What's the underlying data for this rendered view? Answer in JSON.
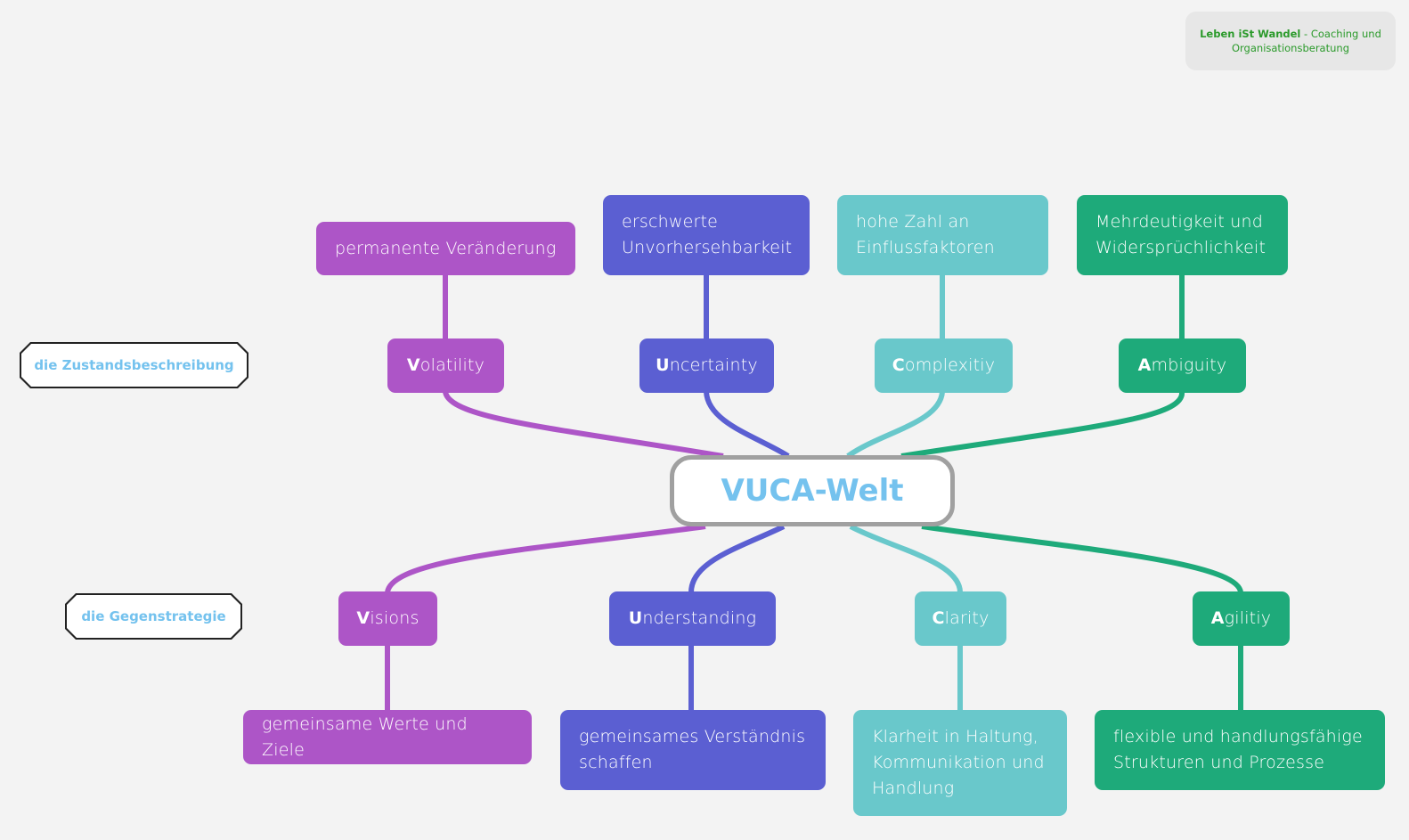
{
  "brand": {
    "name": "Leben iSt Wandel",
    "separator": " - ",
    "line1_rest": "Coaching und",
    "line2": "Organisationsberatung"
  },
  "center": {
    "label": "VUCA-Welt"
  },
  "row_labels": {
    "top": "die Zustandsbeschreibung",
    "bottom": "die Gegenstrategie"
  },
  "colors": {
    "purple": "#ad55c7",
    "blue": "#5b5fd2",
    "teal": "#69c8cb",
    "green": "#1eaa7a",
    "label_text": "#74c2ee",
    "center_border": "#a0a0a0",
    "brand_text": "#2b9a2b"
  },
  "state": [
    {
      "initial": "V",
      "rest": "olatility",
      "description_lines": [
        "permanente Veränderung"
      ]
    },
    {
      "initial": "U",
      "rest": "ncertainty",
      "description_lines": [
        "erschwerte",
        "Unvorhersehbarkeit"
      ]
    },
    {
      "initial": "C",
      "rest": "omplexitiy",
      "description_lines": [
        "hohe Zahl an",
        "Einflussfaktoren"
      ]
    },
    {
      "initial": "A",
      "rest": "mbiguity",
      "description_lines": [
        "Mehrdeutigkeit und",
        "Widersprüchlichkeit"
      ]
    }
  ],
  "strategy": [
    {
      "initial": "V",
      "rest": "isions",
      "description_lines": [
        "gemeinsame Werte und Ziele"
      ]
    },
    {
      "initial": "U",
      "rest": "nderstanding",
      "description_lines": [
        "gemeinsames Verständnis",
        "schaffen"
      ]
    },
    {
      "initial": "C",
      "rest": "larity",
      "description_lines": [
        "Klarheit in Haltung,",
        "Kommunikation und",
        "Handlung"
      ]
    },
    {
      "initial": "A",
      "rest": "gilitiy",
      "description_lines": [
        "flexible und handlungsfähige",
        "Strukturen und Prozesse"
      ]
    }
  ]
}
